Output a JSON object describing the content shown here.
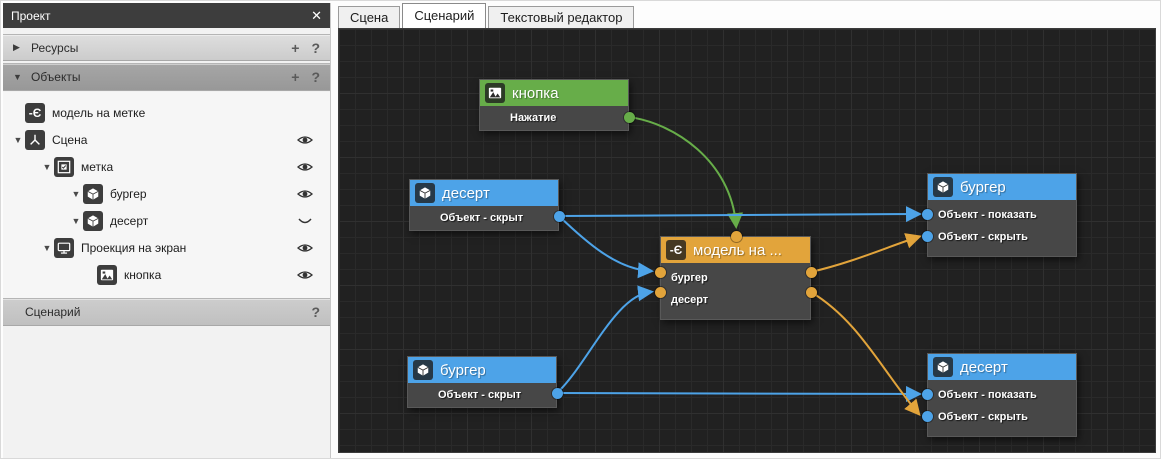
{
  "left_panel": {
    "title": "Проект",
    "close_glyph": "✕",
    "sections": [
      {
        "label": "Ресурсы",
        "expanded": false,
        "actions": {
          "add": "+",
          "help": "?"
        }
      },
      {
        "label": "Объекты",
        "expanded": true,
        "actions": {
          "add": "+",
          "help": "?"
        }
      }
    ],
    "tree": [
      {
        "label": "модель на метке",
        "icon": "logic-model-icon",
        "indent": 0,
        "expanded": null,
        "eye": null
      },
      {
        "label": "Сцена",
        "icon": "scene-icon",
        "indent": 0,
        "expanded": true,
        "eye": "open"
      },
      {
        "label": "метка",
        "icon": "marker-icon",
        "indent": 1,
        "expanded": true,
        "eye": "open"
      },
      {
        "label": "бургер",
        "icon": "model3d-icon",
        "indent": 2,
        "expanded": true,
        "eye": "open"
      },
      {
        "label": "десерт",
        "icon": "model3d-icon",
        "indent": 2,
        "expanded": true,
        "eye": "closed"
      },
      {
        "label": "Проекция на экран",
        "icon": "screen-projection-icon",
        "indent": 1,
        "expanded": true,
        "eye": "open"
      },
      {
        "label": "кнопка",
        "icon": "image-icon",
        "indent": 2,
        "expanded": null,
        "eye": "open"
      }
    ],
    "scenario_section": {
      "label": "Сценарий",
      "actions": {
        "help": "?"
      }
    }
  },
  "tabs": [
    {
      "label": "Сцена",
      "active": false
    },
    {
      "label": "Сценарий",
      "active": true
    },
    {
      "label": "Текстовый редактор",
      "active": false
    }
  ],
  "colors": {
    "canvas_bg": "#212121",
    "node_body": "#474747",
    "blue": "#4da3e8",
    "green": "#67ad49",
    "orange": "#e2a43b"
  },
  "graph": {
    "nodes": [
      {
        "id": "knopka",
        "title": "кнопка",
        "icon": "image-icon",
        "header_color": "#67ad49",
        "rows": [
          {
            "label": "Нажатие",
            "port": "out",
            "port_color": "#67ad49"
          }
        ]
      },
      {
        "id": "desert-src",
        "title": "десерт",
        "icon": "model3d-icon",
        "header_color": "#4da3e8",
        "rows": [
          {
            "label": "Объект - скрыт",
            "port": "out",
            "port_color": "#4da3e8"
          }
        ]
      },
      {
        "id": "model",
        "title": "модель на ...",
        "icon": "logic-model-icon",
        "header_color": "#e2a43b",
        "top_port": true,
        "rows": [
          {
            "label": "бургер",
            "port": "in-out",
            "port_color": "#e2a43b"
          },
          {
            "label": "десерт",
            "port": "in-out",
            "port_color": "#e2a43b"
          }
        ]
      },
      {
        "id": "burger-dst",
        "title": "бургер",
        "icon": "model3d-icon",
        "header_color": "#4da3e8",
        "rows": [
          {
            "label": "Объект - показать",
            "port": "in",
            "port_color": "#4da3e8"
          },
          {
            "label": "Объект - скрыть",
            "port": "in",
            "port_color": "#4da3e8"
          }
        ]
      },
      {
        "id": "burger-src",
        "title": "бургер",
        "icon": "model3d-icon",
        "header_color": "#4da3e8",
        "rows": [
          {
            "label": "Объект - скрыт",
            "port": "out",
            "port_color": "#4da3e8"
          }
        ]
      },
      {
        "id": "desert-dst",
        "title": "десерт",
        "icon": "model3d-icon",
        "header_color": "#4da3e8",
        "rows": [
          {
            "label": "Объект - показать",
            "port": "in",
            "port_color": "#4da3e8"
          },
          {
            "label": "Объект - скрыть",
            "port": "in",
            "port_color": "#4da3e8"
          }
        ]
      }
    ],
    "edges": [
      {
        "from": "кнопка / Нажатие",
        "to": "модель на ... / верхний вход",
        "color": "#67ad49"
      },
      {
        "from": "десерт / Объект - скрыт",
        "to": "бургер / Объект - показать",
        "color": "#4da3e8"
      },
      {
        "from": "десерт / Объект - скрыт",
        "to": "модель на ... / бургер",
        "color": "#4da3e8"
      },
      {
        "from": "бургер / Объект - скрыт",
        "to": "десерт / Объект - показать",
        "color": "#4da3e8"
      },
      {
        "from": "бургер / Объект - скрыт",
        "to": "модель на ... / десерт",
        "color": "#4da3e8"
      },
      {
        "from": "модель на ... / бургер",
        "to": "бургер / Объект - скрыть",
        "color": "#e2a43b"
      },
      {
        "from": "модель на ... / десерт",
        "to": "десерт / Объект - скрыть",
        "color": "#e2a43b"
      }
    ]
  }
}
